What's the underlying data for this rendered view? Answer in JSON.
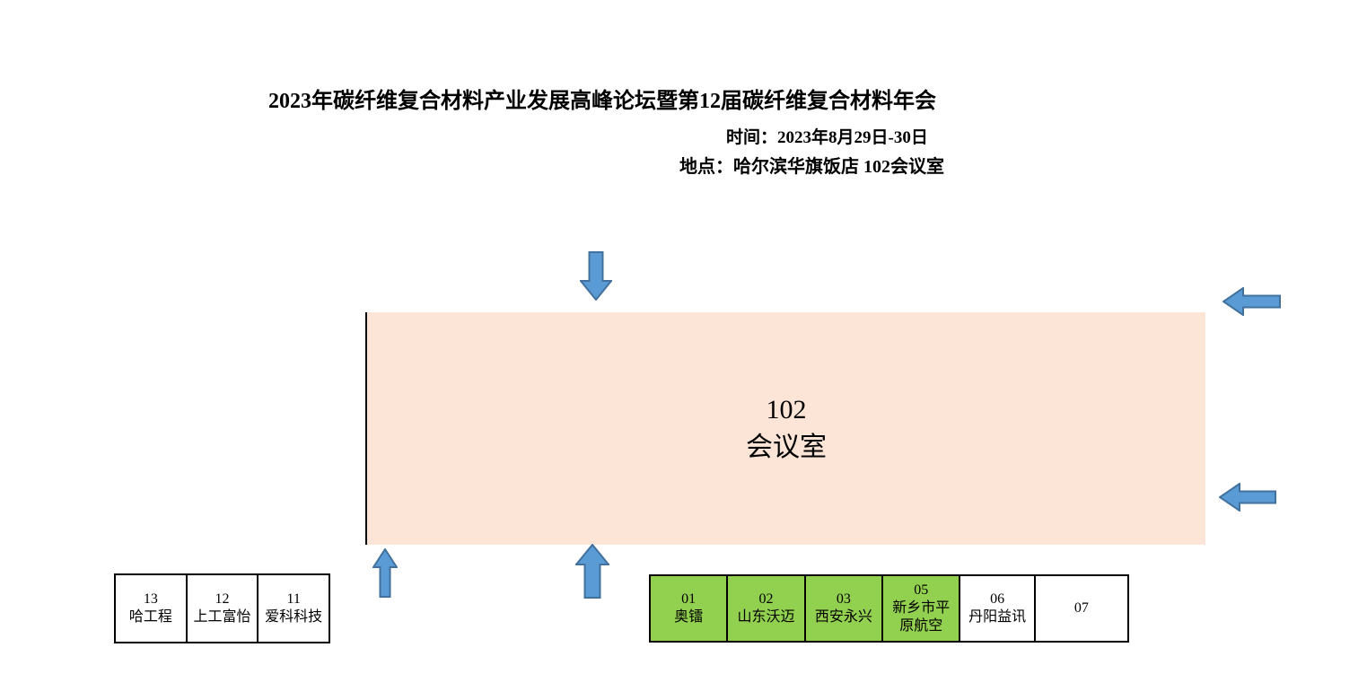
{
  "header": {
    "title": "2023年碳纤维复合材料产业发展高峰论坛暨第12届碳纤维复合材料年会",
    "time_label": "时间：2023年8月29日-30日",
    "location_label": "地点：哈尔滨华旗饭店 102会议室"
  },
  "room": {
    "number": "102",
    "name": "会议室"
  },
  "left_table": {
    "cells": [
      {
        "number": "13",
        "name": "哈工程"
      },
      {
        "number": "12",
        "name": "上工富怡"
      },
      {
        "number": "11",
        "name": "爱科科技"
      }
    ]
  },
  "right_table": {
    "cells": [
      {
        "number": "01",
        "name": "奥镭",
        "highlighted": true
      },
      {
        "number": "02",
        "name": "山东沃迈",
        "highlighted": true
      },
      {
        "number": "03",
        "name": "西安永兴",
        "highlighted": true
      },
      {
        "number": "05",
        "name": "新乡市平原航空",
        "highlighted": true
      },
      {
        "number": "06",
        "name": "丹阳益讯",
        "highlighted": false
      },
      {
        "number": "07",
        "name": "",
        "highlighted": false
      }
    ]
  },
  "arrows": [
    {
      "id": "top-entrance",
      "direction": "down"
    },
    {
      "id": "bottom-left-entrance",
      "direction": "up"
    },
    {
      "id": "bottom-middle-entrance",
      "direction": "up"
    },
    {
      "id": "right-upper-entrance",
      "direction": "left"
    },
    {
      "id": "right-lower-entrance",
      "direction": "left"
    }
  ],
  "colors": {
    "room_fill": "#FCE4D6",
    "booth_green": "#92D050",
    "arrow_fill": "#5B9BD5",
    "arrow_stroke": "#41719C",
    "line_color": "#000000"
  }
}
